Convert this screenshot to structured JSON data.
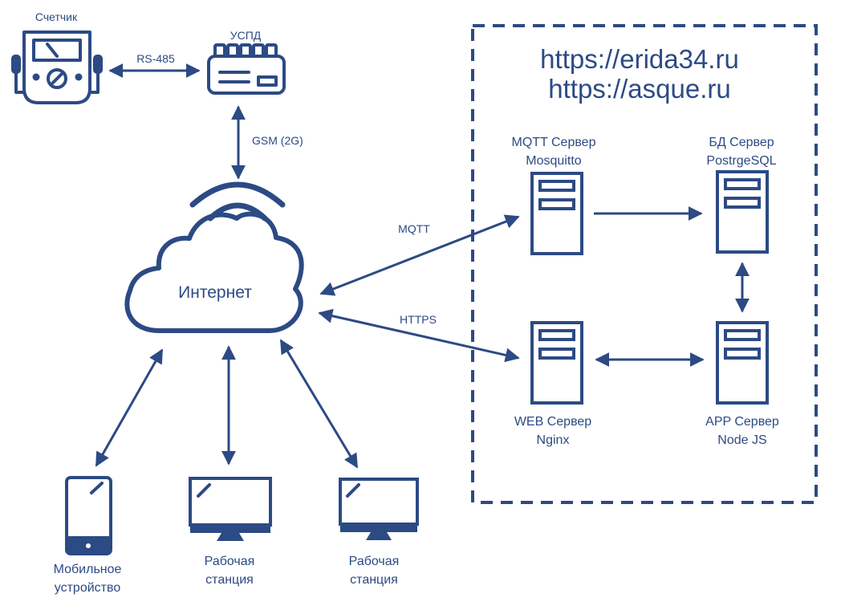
{
  "colors": {
    "primary": "#2c4a84",
    "background": "#ffffff"
  },
  "urls": [
    "https://erida34.ru",
    "https://asque.ru"
  ],
  "meter": {
    "label": "Счетчик",
    "icon": "meter-icon"
  },
  "uspd": {
    "label": "УСПД",
    "icon": "router-icon"
  },
  "links": {
    "rs485": "RS-485",
    "gsm": "GSM (2G)",
    "mqtt": "MQTT",
    "https": "HTTPS"
  },
  "cloud": {
    "label": "Интернет",
    "icon": "cloud-icon"
  },
  "servers": {
    "mqtt": {
      "line1": "MQTT Сервер",
      "line2": "Mosquitto"
    },
    "db": {
      "line1": "БД Сервер",
      "line2": "PostrgeSQL"
    },
    "web": {
      "line1": "WEB Сервер",
      "line2": "Nginx"
    },
    "app": {
      "line1": "APP Сервер",
      "line2": "Node JS"
    }
  },
  "devices": {
    "mobile": {
      "line1": "Мобильное",
      "line2": "устройство"
    },
    "ws1": {
      "line1": "Рабочая",
      "line2": "станция"
    },
    "ws2": {
      "line1": "Рабочая",
      "line2": "станция"
    }
  }
}
